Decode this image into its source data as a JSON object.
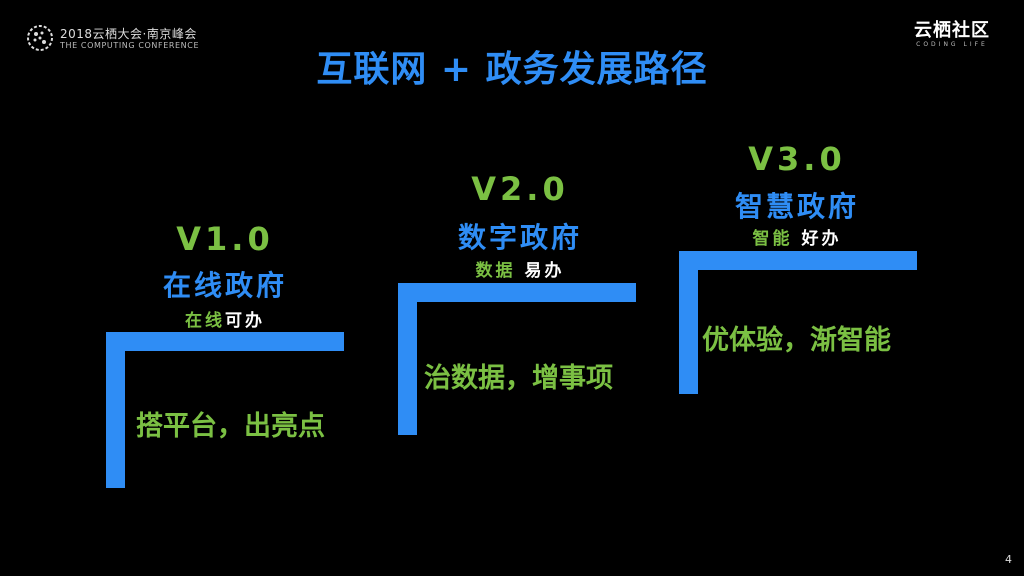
{
  "header": {
    "logo_line1": "2018云栖大会·南京峰会",
    "logo_line2": "THE COMPUTING CONFERENCE",
    "brand_cn": "云栖社区",
    "brand_en": "CODING LIFE"
  },
  "title": "互联网 + 政务发展路径",
  "stages": [
    {
      "version": "V1.0",
      "name": "在线政府",
      "tag_green": "在线",
      "tag_white": "可办",
      "description": "搭平台，出亮点"
    },
    {
      "version": "V2.0",
      "name": "数字政府",
      "tag_green": "数据",
      "tag_white": "易办",
      "description": "治数据，增事项"
    },
    {
      "version": "V3.0",
      "name": "智慧政府",
      "tag_green": "智能",
      "tag_white": "好办",
      "description": "优体验，渐智能"
    }
  ],
  "page_number": "4",
  "colors": {
    "blue": "#2f8df5",
    "green": "#7bc043",
    "background": "#000000"
  }
}
